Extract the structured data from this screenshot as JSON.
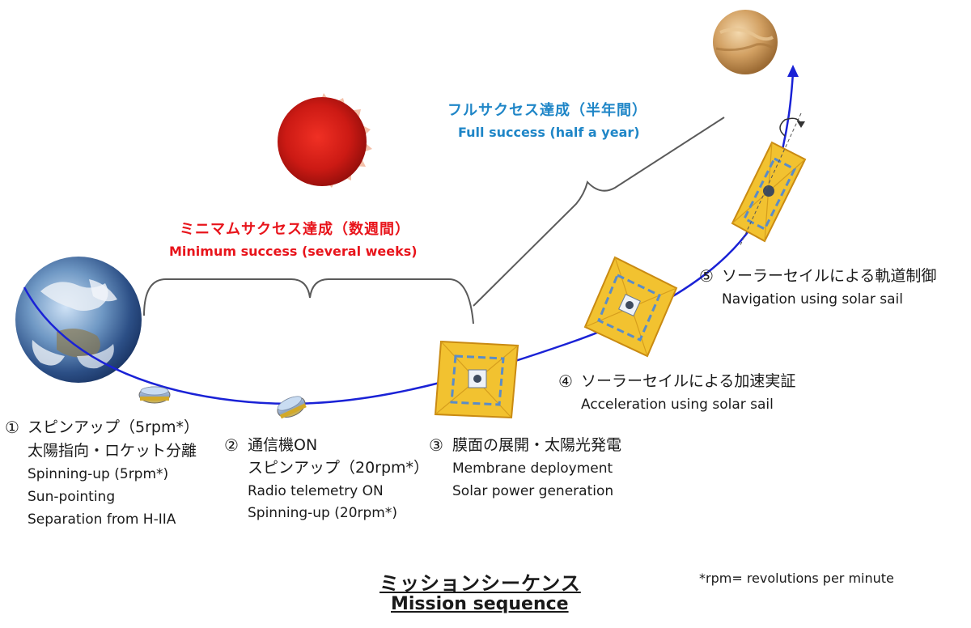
{
  "steps": [
    {
      "num": "①",
      "jp1": "スピンアップ（5rpm*）",
      "jp2": "太陽指向・ロケット分離",
      "en": [
        "Spinning-up (5rpm*)",
        "Sun-pointing",
        "Separation from H-IIA"
      ]
    },
    {
      "num": "②",
      "jp1": "通信機ON",
      "jp2": "スピンアップ（20rpm*）",
      "en": [
        "Radio telemetry ON",
        "Spinning-up (20rpm*)"
      ]
    },
    {
      "num": "③",
      "jp1": "膜面の展開・太陽光発電",
      "en": [
        "Membrane deployment",
        "Solar power generation"
      ]
    },
    {
      "num": "④",
      "jp1": "ソーラーセイルによる加速実証",
      "en": [
        "Acceleration using solar sail"
      ]
    },
    {
      "num": "⑤",
      "jp1": "ソーラーセイルによる軌道制御",
      "en": [
        "Navigation using solar sail"
      ]
    }
  ],
  "minimum_success": {
    "jp": "ミニマムサクセス達成（数週間）",
    "en": "Minimum success (several weeks)",
    "color": "#e8141b"
  },
  "full_success": {
    "jp": "フルサクセス達成（半年間）",
    "en": "Full success (half a year)",
    "color": "#1f86c7"
  },
  "caption": {
    "jp": "ミッションシーケンス",
    "en": "Mission sequence"
  },
  "footnote": "*rpm= revolutions per minute",
  "colors": {
    "trajectory": "#1a22d6",
    "sail": "#f2c230",
    "sail_edge": "#c98a12",
    "sun": "#cc1a14",
    "corona": "#f3b9a0"
  }
}
